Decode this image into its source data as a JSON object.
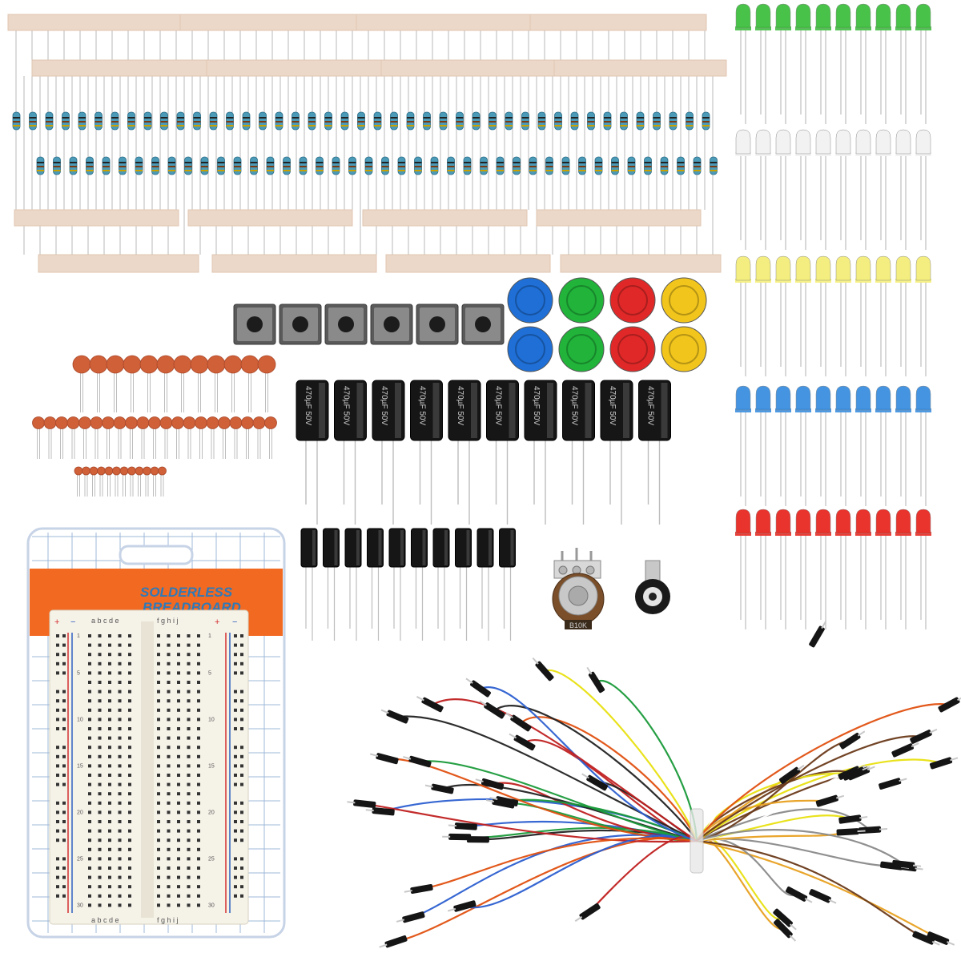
{
  "scene": {
    "description_items": [
      "resistors",
      "leds",
      "tact-switches",
      "button-caps",
      "ceramic-capacitors",
      "electrolytic-capacitors",
      "potentiometer",
      "breadboard",
      "jumper-wires"
    ]
  },
  "leds": {
    "colors": [
      "#3fbf3f",
      "#f2f2f2",
      "#f4ee7a",
      "#3b8fe0",
      "#e82a22"
    ],
    "per_row": 10
  },
  "button_caps": {
    "colors": [
      "#1f6fd6",
      "#21b33a",
      "#e02828",
      "#f1c51c"
    ]
  },
  "electrolytic": {
    "large_label_a": "470µF",
    "large_label_b": "50V",
    "large_count": 10,
    "small_count": 10
  },
  "potentiometer": {
    "label": "B10K"
  },
  "breadboard": {
    "title_line1": "SOLDERLESS",
    "title_line2": "BREADBOARD",
    "col_letters_left": "a b c d e",
    "col_letters_right": "f g h i j",
    "plus": "+",
    "minus": "−",
    "row_numbers": [
      "1",
      "5",
      "10",
      "15",
      "20",
      "25",
      "30"
    ]
  },
  "jumper_wires": {
    "colors": [
      "#222222",
      "#e8a020",
      "#2c5fd0",
      "#e8e010",
      "#1a9a3a",
      "#ffffff",
      "#e05010",
      "#6a3a1a",
      "#c02020",
      "#8a8a8a"
    ]
  }
}
